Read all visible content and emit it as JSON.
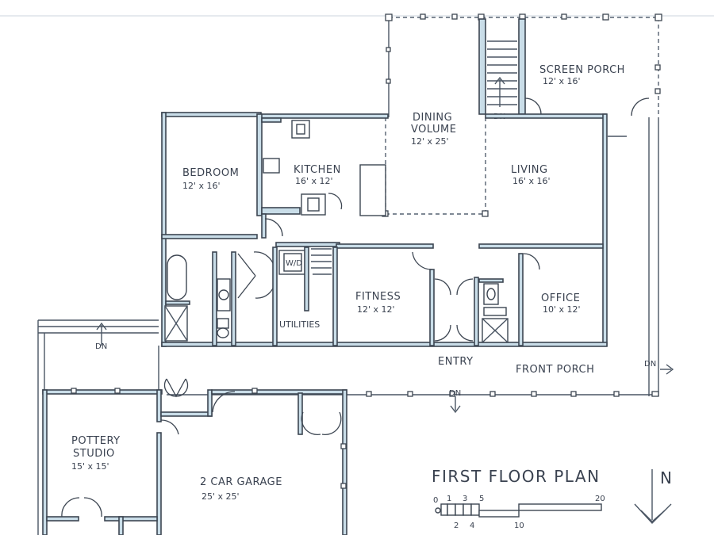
{
  "title": "FIRST FLOOR PLAN",
  "north": "N",
  "rooms": {
    "screen_porch": {
      "name": "SCREEN PORCH",
      "size": "12' x 16'"
    },
    "dining": {
      "name": "DINING",
      "name2": "VOLUME",
      "size": "12' x 25'"
    },
    "bedroom": {
      "name": "BEDROOM",
      "size": "12' x 16'"
    },
    "kitchen": {
      "name": "KITCHEN",
      "size": "16' x 12'"
    },
    "living": {
      "name": "LIVING",
      "size": "16' x 16'"
    },
    "fitness": {
      "name": "FITNESS",
      "size": "12' x 12'"
    },
    "office": {
      "name": "OFFICE",
      "size": "10' x 12'"
    },
    "utilities": {
      "name": "UTILITIES"
    },
    "washer_dryer": {
      "name": "W/D"
    },
    "entry": {
      "name": "ENTRY"
    },
    "front_porch": {
      "name": "FRONT PORCH"
    },
    "pottery": {
      "name": "POTTERY",
      "name2": "STUDIO",
      "size": "15' x 15'"
    },
    "garage": {
      "name": "2 CAR GARAGE",
      "size": "25' x 25'"
    }
  },
  "stair_labels": {
    "dn_stairs": "DN",
    "dn_west": "DN",
    "dn_front": "DN",
    "dn_east": "DN"
  },
  "scale_bar": {
    "top_ticks": [
      "0",
      "1",
      "3",
      "5",
      "20"
    ],
    "bottom_ticks": [
      "2",
      "4",
      "10"
    ]
  }
}
